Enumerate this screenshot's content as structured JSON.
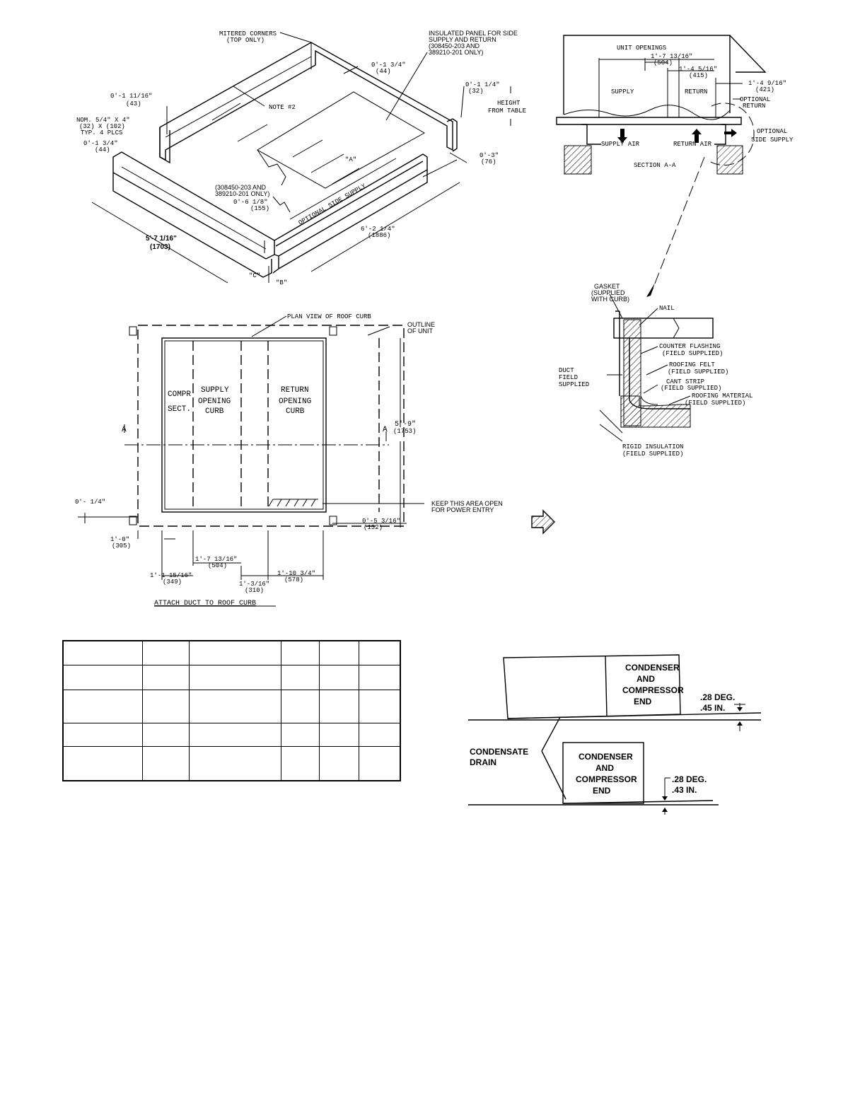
{
  "iso": {
    "mitered": [
      "MITERED CORNERS",
      "(TOP ONLY)"
    ],
    "insulated": [
      "INSULATED PANEL FOR SIDE",
      "SUPPLY AND RETURN",
      "(308450-203 AND",
      "389210-201 ONLY)"
    ],
    "d_0134": [
      "0'-1 3/4\"",
      "(44)"
    ],
    "d_01116": [
      "0'-1 11/16\"",
      "(43)"
    ],
    "d_0114": [
      "0'-1 1/4\"",
      "(32)"
    ],
    "height": [
      "HEIGHT",
      "FROM TABLE"
    ],
    "note2": "NOTE #2",
    "nom": [
      "NOM. 5/4\" X 4\"",
      "(32) X (102)",
      "TYP. 4 PLCS"
    ],
    "d_0134b": [
      "0'-1 3/4\"",
      "(44)"
    ],
    "label_a": "\"A\"",
    "d_03": [
      "0'-3\"",
      "(76)"
    ],
    "side_only": [
      "(308450-203 AND",
      "389210-201 ONLY)"
    ],
    "d_0618": [
      "0'-6 1/8\"",
      "(155)"
    ],
    "opt_side": "OPTIONAL SIDE SUPPLY",
    "d_6214": [
      "6'-2 1/4\"",
      "(1886)"
    ],
    "d_57116": [
      "5'-7 1/16\"",
      "(1703)"
    ],
    "label_c": "\"C\"",
    "label_b": "\"B\""
  },
  "plan": {
    "plan_view": "PLAN VIEW OF ROOF CURB",
    "outline": [
      "OUTLINE",
      "OF UNIT"
    ],
    "compr": [
      "COMPR",
      "SECT."
    ],
    "supply": [
      "SUPPLY",
      "OPENING",
      "CURB"
    ],
    "return": [
      "RETURN",
      "OPENING",
      "CURB"
    ],
    "d_59": [
      "5'-9\"",
      "(1753)"
    ],
    "a": "A",
    "d_014": "0'- 1/4\"",
    "keep": [
      "KEEP THIS AREA OPEN",
      "FOR POWER ENTRY"
    ],
    "d_0516": [
      "0'-5 3/16\"",
      "(132)"
    ],
    "d_10": [
      "1'-0\"",
      "(305)"
    ],
    "d_17": [
      "1'-7 13/16\"",
      "(504)"
    ],
    "d_11": [
      "1'-1 15/16\"",
      "(349)"
    ],
    "d_13": [
      "1'-3/16\"",
      "(310)"
    ],
    "d_110": [
      "1'-10 3/4\"",
      "(578)"
    ],
    "attach": "ATTACH DUCT TO ROOF CURB"
  },
  "section": {
    "unit_openings": "UNIT OPENINGS",
    "d_17": [
      "1'-7 13/16\"",
      "(504)"
    ],
    "d_14516": [
      "1'-4 5/16\"",
      "(415)"
    ],
    "d_14916": [
      "1'-4 9/16\"",
      "(421)"
    ],
    "supply": "SUPPLY",
    "return": "RETURN",
    "opt_return": [
      "OPTIONAL",
      "RETURN"
    ],
    "opt_side": [
      "OPTIONAL",
      "SIDE SUPPLY"
    ],
    "supply_air": "SUPPLY AIR",
    "return_air": "RETURN AIR",
    "section_aa": "SECTION A-A"
  },
  "detail": {
    "gasket": [
      "GASKET",
      "(SUPPLIED",
      "WITH CURB)"
    ],
    "nail": "NAIL",
    "counter": [
      "COUNTER FLASHING",
      "(FIELD SUPPLIED)"
    ],
    "felt": [
      "ROOFING FELT",
      "(FIELD SUPPLIED)"
    ],
    "cant": [
      "CANT STRIP",
      "(FIELD SUPPLIED)"
    ],
    "material": [
      "ROOFING MATERIAL",
      "(FIELD SUPPLIED)"
    ],
    "duct": [
      "DUCT",
      "FIELD",
      "SUPPLIED"
    ],
    "rigid": [
      "RIGID INSULATION",
      "(FIELD SUPPLIED)"
    ]
  },
  "level": {
    "cond1": [
      "CONDENSER",
      "AND",
      "COMPRESSOR",
      "END"
    ],
    "cond2": [
      "CONDENSER",
      "AND",
      "COMPRESSOR",
      "END"
    ],
    "deg1": [
      ".28 DEG.",
      ".45 IN."
    ],
    "deg2": [
      ".28 DEG.",
      ".43 IN."
    ],
    "drain": [
      "CONDENSATE",
      "DRAIN"
    ]
  }
}
